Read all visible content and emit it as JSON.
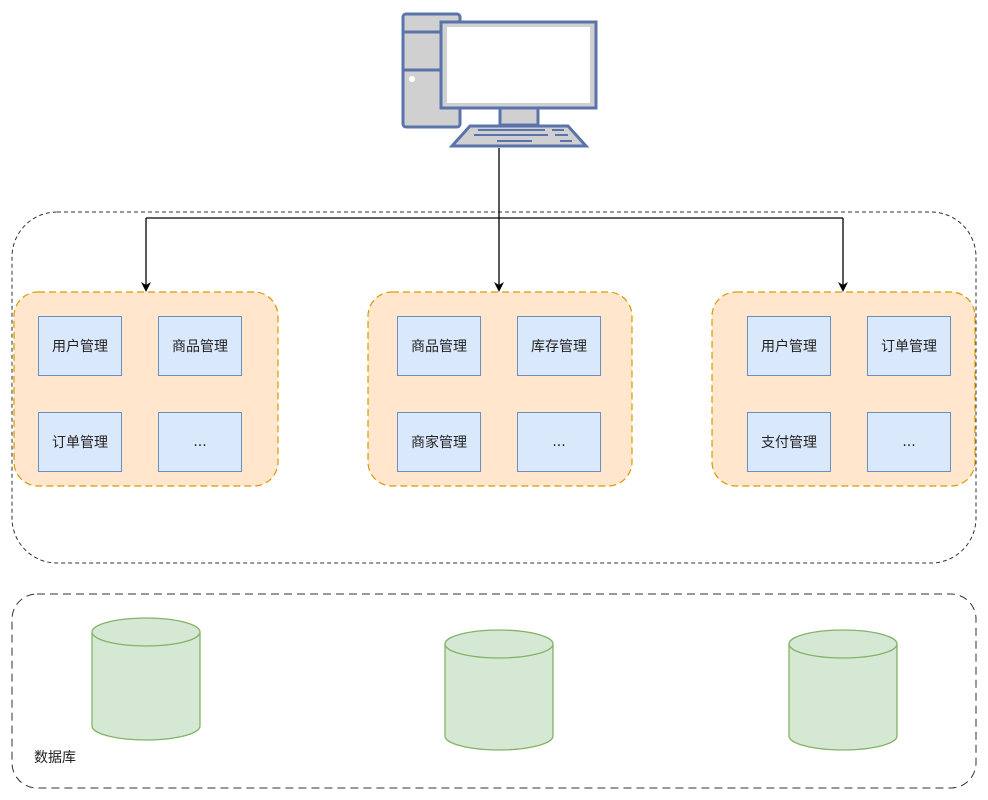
{
  "groups": [
    {
      "modules": [
        "用户管理",
        "商品管理",
        "订单管理",
        "..."
      ]
    },
    {
      "modules": [
        "商品管理",
        "库存管理",
        "商家管理",
        "..."
      ]
    },
    {
      "modules": [
        "用户管理",
        "订单管理",
        "支付管理",
        "..."
      ]
    }
  ],
  "database": {
    "label": "数据库",
    "count": 3
  },
  "icons": {
    "client": "desktop-computer-icon",
    "db": "database-cylinder-icon"
  },
  "colors": {
    "module_fill": "#dae8fc",
    "module_border": "#6c8ebf",
    "group_fill": "#ffe6cc",
    "group_border": "#d79b00",
    "db_fill": "#d5e8d4",
    "db_border": "#82b366",
    "computer": "#5a74ab"
  }
}
